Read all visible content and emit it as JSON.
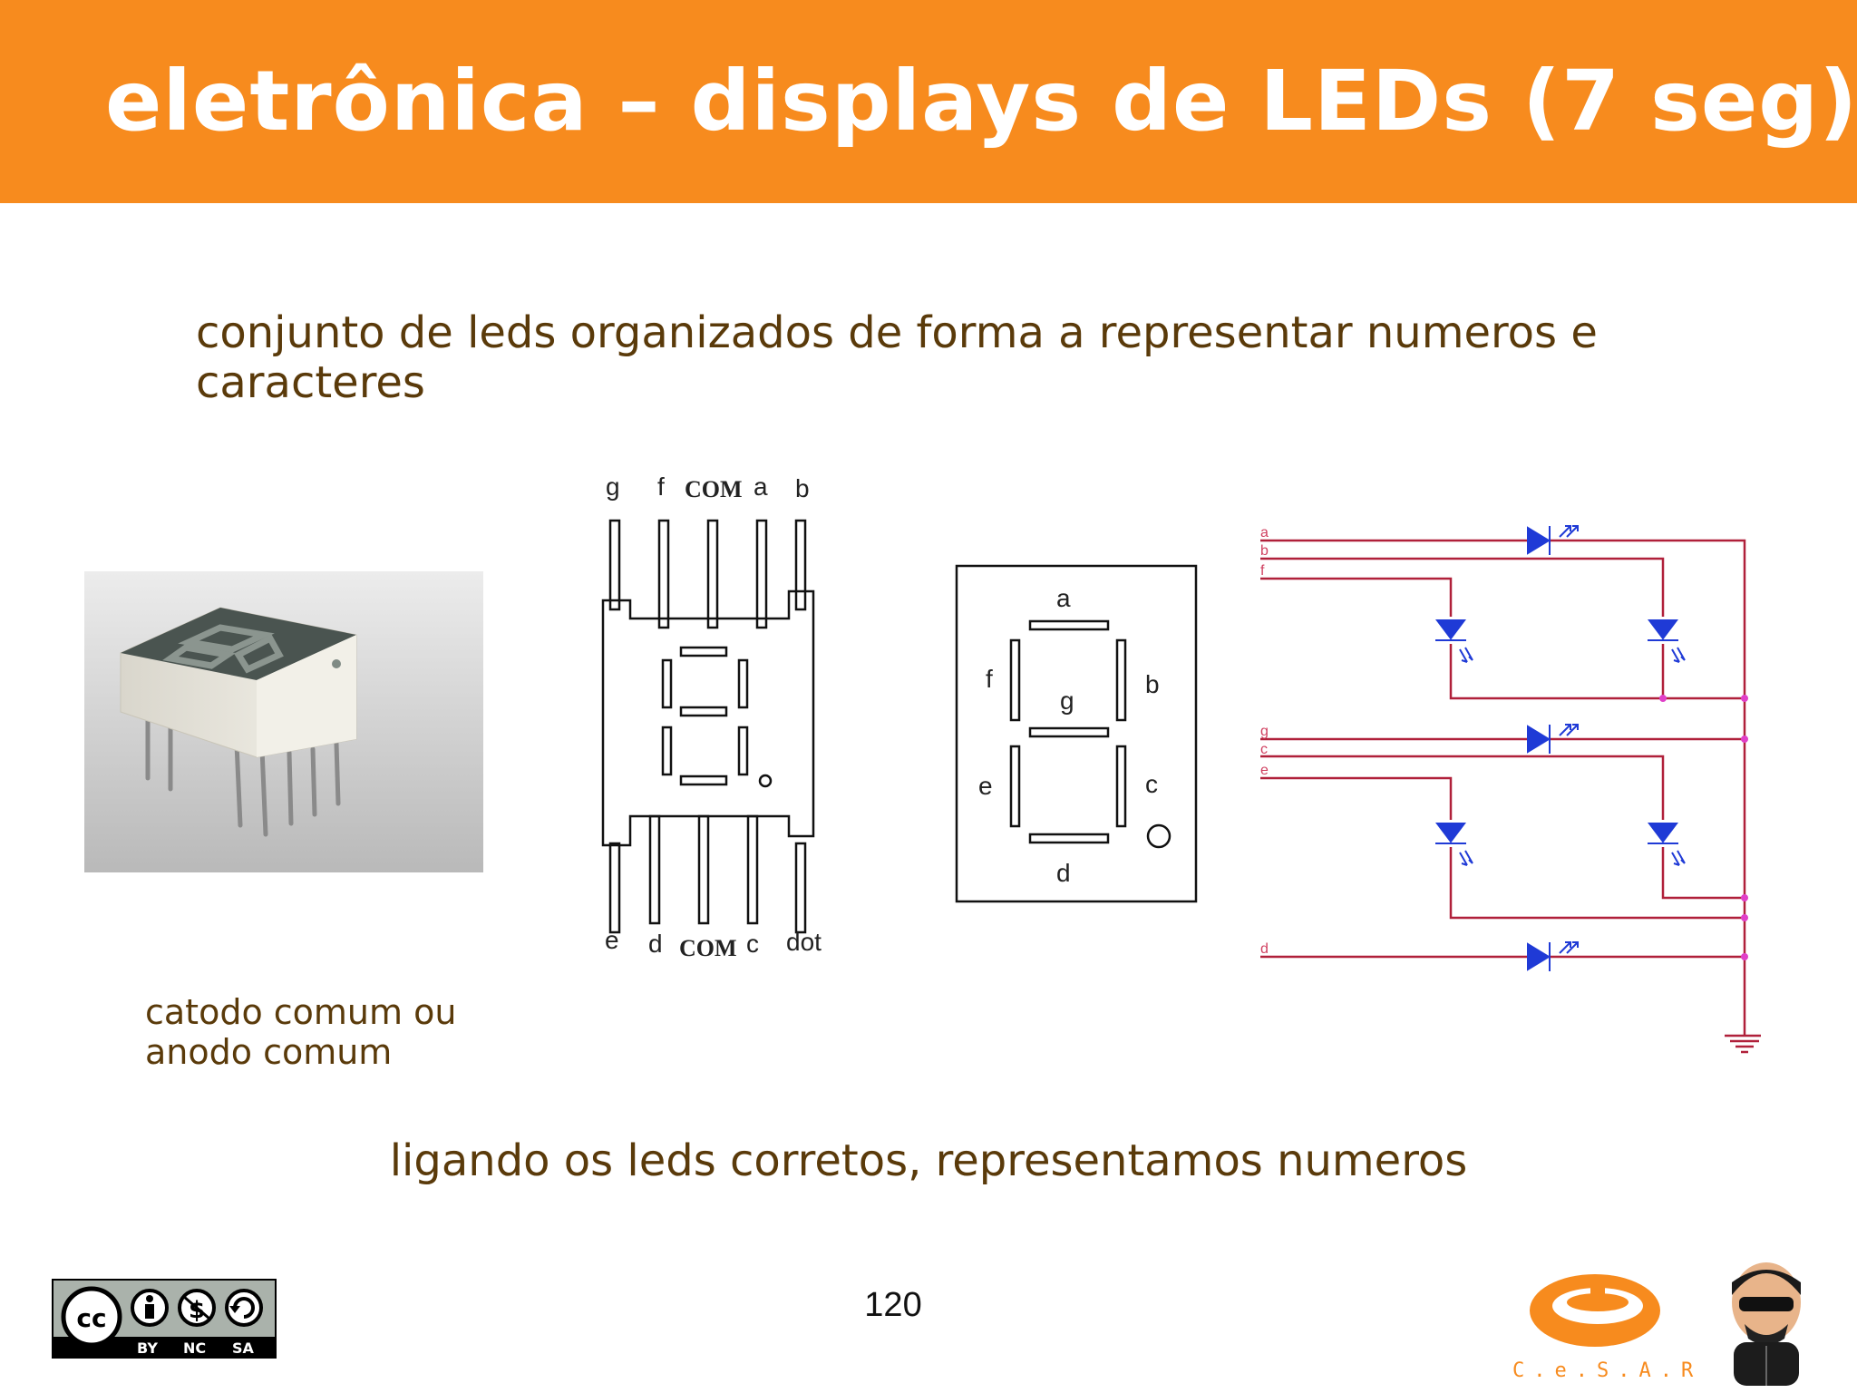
{
  "header": {
    "title": "eletrônica – displays de LEDs (7 seg)",
    "color": "#f78b1e"
  },
  "intro": {
    "line1": "conjunto de leds organizados de forma a representar numeros e",
    "line2": "caracteres"
  },
  "pinout": {
    "top_pins": [
      "g",
      "f",
      "COM",
      "a",
      "b"
    ],
    "bottom_pins": [
      "e",
      "d",
      "COM",
      "c",
      "dot"
    ]
  },
  "segment_diagram": {
    "labels": {
      "a": "a",
      "b": "b",
      "c": "c",
      "d": "d",
      "e": "e",
      "f": "f",
      "g": "g"
    }
  },
  "schematic": {
    "inputs": [
      "a",
      "b",
      "f",
      "g",
      "c",
      "e",
      "d"
    ],
    "wire_color": "#b0203a",
    "led_color": "#1f3ad6",
    "node_color": "#e040c8"
  },
  "caption": {
    "line1": "catodo comum ou",
    "line2": "anodo comum"
  },
  "bottom_text": "ligando os leds corretos, representamos numeros",
  "page_number": "120",
  "license_badge": {
    "items": [
      "BY",
      "NC",
      "SA"
    ],
    "icons": [
      "cc-icon",
      "by-icon",
      "nc-icon",
      "sa-icon"
    ]
  },
  "logo": {
    "text": "C.e.S.A.R"
  }
}
